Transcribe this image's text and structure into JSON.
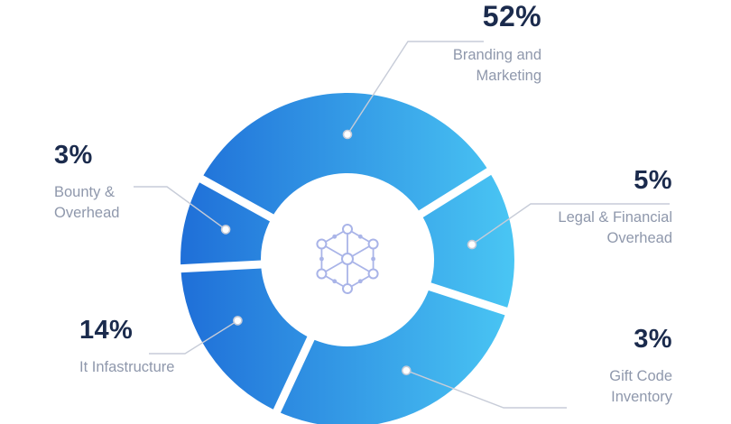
{
  "chart_data": {
    "type": "pie",
    "variant": "donut",
    "legend_position": "callouts",
    "segments": [
      {
        "id": "branding",
        "value": 52,
        "value_label": "52%",
        "label": "Branding and\nMarketing"
      },
      {
        "id": "bounty",
        "value": 3,
        "value_label": "3%",
        "label": "Bounty &\nOverhead"
      },
      {
        "id": "legal",
        "value": 5,
        "value_label": "5%",
        "label": "Legal & Financial\nOverhead"
      },
      {
        "id": "it",
        "value": 14,
        "value_label": "14%",
        "label": "It Infastructure"
      },
      {
        "id": "gift",
        "value": 3,
        "value_label": "3%",
        "label": "Gift Code\nInventory"
      }
    ],
    "icon": "blockchain-network-icon",
    "colors": {
      "gradient_start": "#1f6fd8",
      "gradient_end": "#4ac7f4",
      "percent_text": "#1b2b4d",
      "label_text": "#8f98ac",
      "leader_line": "#c7ccd8",
      "center_icon": "#a9b4e8",
      "background": "#ffffff"
    }
  }
}
